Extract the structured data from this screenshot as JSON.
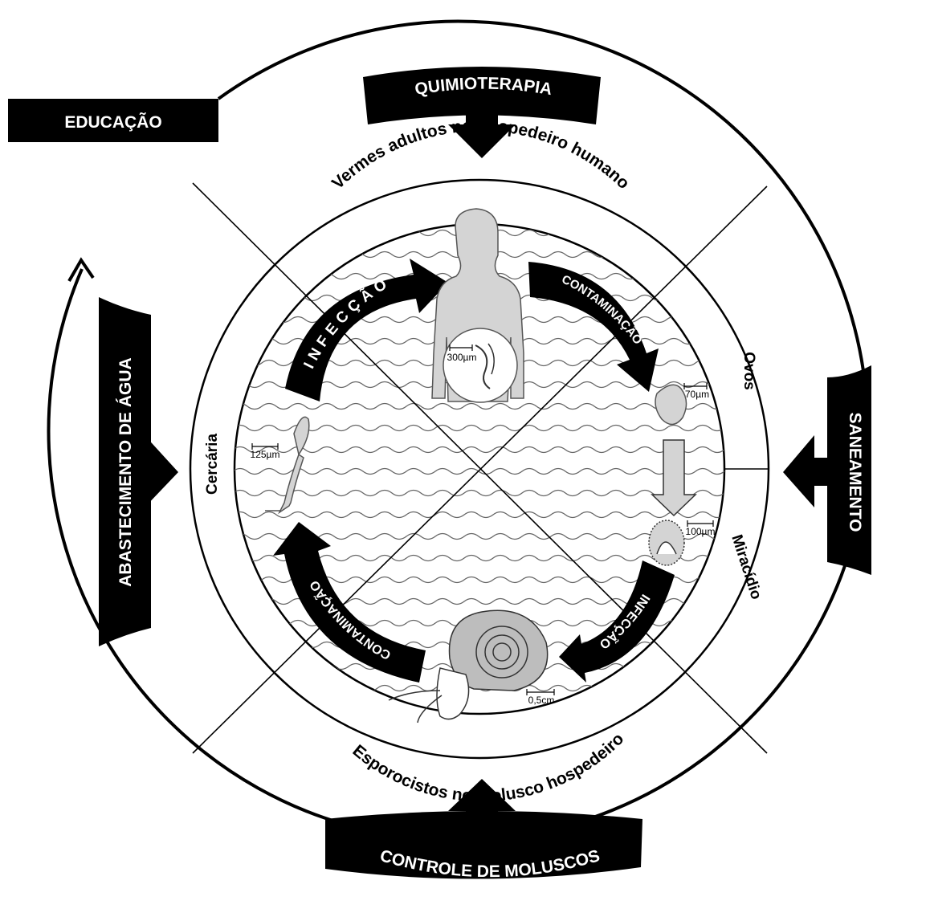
{
  "control_measures": {
    "education": "EDUCAÇÃO",
    "chemotherapy": "QUIMIOTERAPIA",
    "sanitation": "SANEAMENTO",
    "water_supply": "ABASTECIMENTO DE ÁGUA",
    "mollusc_control": "CONTROLE DE MOLUSCOS"
  },
  "stages": {
    "adult_worms": "Vermes adultos no hospedeiro humano",
    "eggs": "Ovos",
    "miracidium": "Miracídio",
    "sporocysts": "Esporocistos no molusco hospedeiro",
    "cercaria": "Cercária"
  },
  "transitions": {
    "infection_top": "INFECÇÃO",
    "contamination_top": "CONTAMINAÇÃO",
    "infection_bottom": "INFECÇÃO",
    "contamination_bottom": "CONTAMINAÇÃO"
  },
  "scale_bars": {
    "worm": "300µm",
    "egg": "70µm",
    "miracidium": "100µm",
    "snail": "0,5cm",
    "cercaria": "125µm"
  },
  "colors": {
    "ink": "#000000",
    "figure_fill": "#d4d4d4",
    "figure_stroke": "#555555",
    "paper": "#ffffff"
  }
}
